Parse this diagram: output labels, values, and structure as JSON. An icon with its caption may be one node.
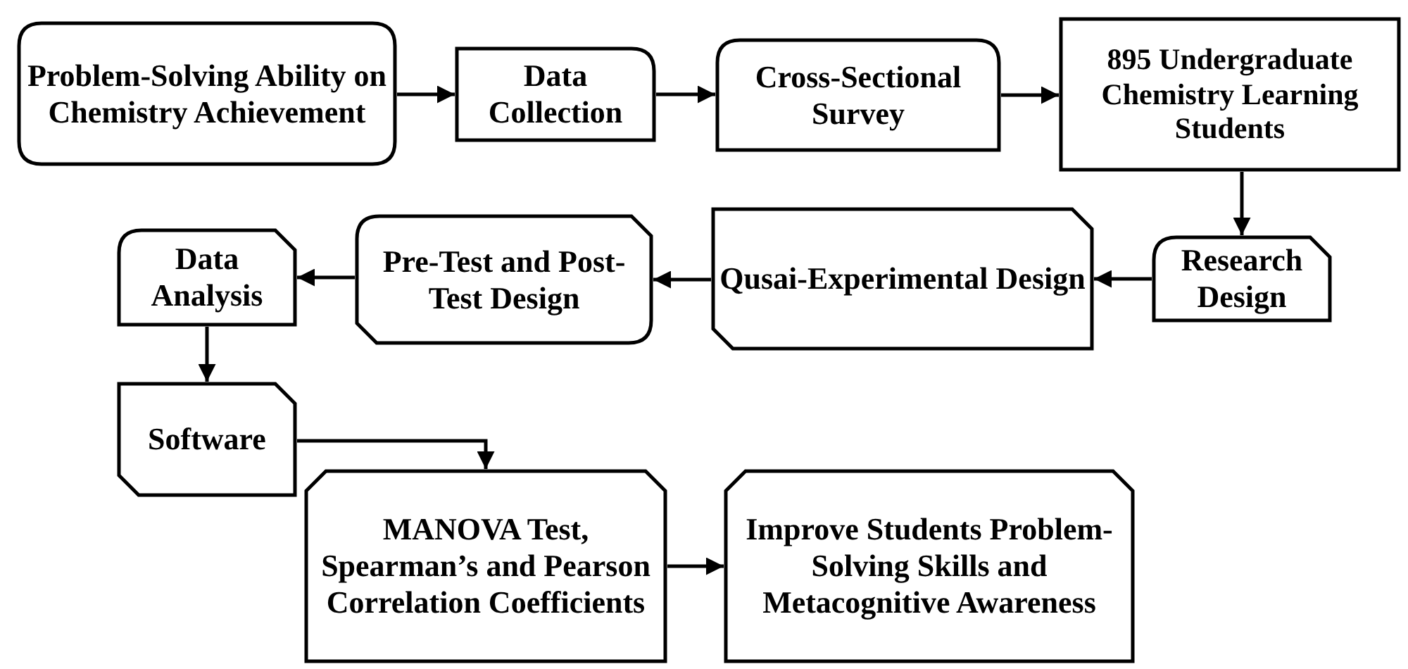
{
  "diagram": {
    "nodes": [
      {
        "text": [
          "Problem-Solving Ability on Chemistry Achievement"
        ]
      },
      {
        "text": [
          "Data Collection"
        ]
      },
      {
        "text": [
          "Cross-Sectional Survey"
        ]
      },
      {
        "text": [
          "895 Undergraduate Chemistry Learning Students"
        ]
      },
      {
        "text": [
          "Research Design"
        ]
      },
      {
        "text": [
          "Qusai-Experimental Design"
        ]
      },
      {
        "text": [
          "Pre-Test and Post-Test Design"
        ]
      },
      {
        "text": [
          "Data Analysis"
        ]
      },
      {
        "text": [
          "Software"
        ]
      },
      {
        "text": [
          "MANOVA Test, Spearman’s and Pearson Correlation Coefficients"
        ]
      },
      {
        "text": [
          "Improve Students Problem-Solving Skills and Metacognitive Awareness"
        ]
      }
    ],
    "edges": [
      {
        "from": 0,
        "to": 1,
        "arrow": "to"
      },
      {
        "from": 1,
        "to": 2,
        "arrow": "to"
      },
      {
        "from": 2,
        "to": 3,
        "arrow": "to"
      },
      {
        "from": 3,
        "to": 4,
        "arrow": "to"
      },
      {
        "from": 4,
        "to": 5,
        "arrow": "to"
      },
      {
        "from": 5,
        "to": 6,
        "arrow": "to"
      },
      {
        "from": 6,
        "to": 7,
        "arrow": "to"
      },
      {
        "from": 7,
        "to": 8,
        "arrow": "to"
      },
      {
        "from": 8,
        "to": 9,
        "arrow": "to"
      },
      {
        "from": 9,
        "to": 10,
        "arrow": "to"
      }
    ]
  }
}
